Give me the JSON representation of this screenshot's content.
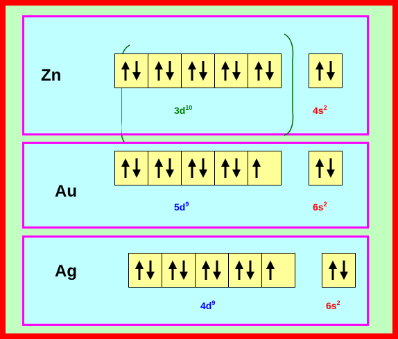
{
  "colors": {
    "frame": "#ff0000",
    "page_bg": "#c0ffc0",
    "panel_border": "#ff00ff",
    "panel_bg": "#c0ffff",
    "box_fill": "#ffff99",
    "green_label": "#008000",
    "red_label": "#ff0000",
    "blue_label": "#0000ff",
    "bracket": "#006600"
  },
  "zn": {
    "symbol": "Zn",
    "d_boxes": [
      "up-down",
      "up-down",
      "up-down",
      "up-down",
      "up-down"
    ],
    "s_boxes": [
      "up-down"
    ],
    "d_label": {
      "base": "3d",
      "sup": "10"
    },
    "s_label": {
      "base": "4s",
      "sup": "2"
    }
  },
  "au": {
    "symbol": "Au",
    "d_boxes": [
      "up-down",
      "up-down",
      "up-down",
      "up-down",
      "up"
    ],
    "s_boxes": [
      "up-down"
    ],
    "d_label": {
      "base": "5d",
      "sup": "9"
    },
    "s_label": {
      "base": "6s",
      "sup": "2"
    }
  },
  "ag": {
    "symbol": "Ag",
    "d_boxes": [
      "up-down",
      "up-down",
      "up-down",
      "up-down",
      "up"
    ],
    "s_boxes": [
      "up-down"
    ],
    "d_label": {
      "base": "4d",
      "sup": "9"
    },
    "s_label": {
      "base": "6s",
      "sup": "2"
    }
  }
}
